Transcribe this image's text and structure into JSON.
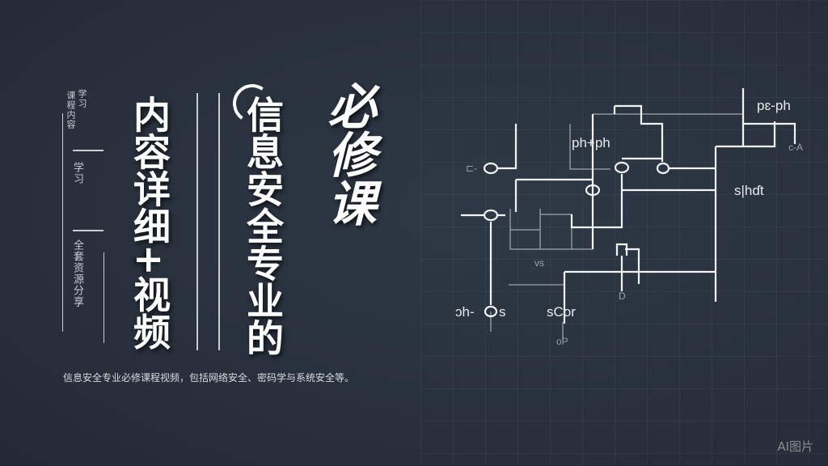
{
  "title_main": "信息安全专业的",
  "title_required": "必修课",
  "subtitle": "内容详细+视频",
  "side_notes": [
    "课程内容",
    "学习",
    "全套资源分享"
  ],
  "bottom_caption": "信息安全专业必修课程视频，包括网络安全、密码学与系统安全等。",
  "circuit_labels": {
    "top_right": "pɛ-ph",
    "center": "ph+ph",
    "right": "s|hɗt",
    "left_top": "⊏-",
    "left_bottom": "ɔh-",
    "left_bottom_s": "s",
    "bottom_mid": "sCor",
    "vs": "vs",
    "ca": "c-A",
    "op": "oP",
    "d": "D"
  },
  "watermark": "AI图片"
}
